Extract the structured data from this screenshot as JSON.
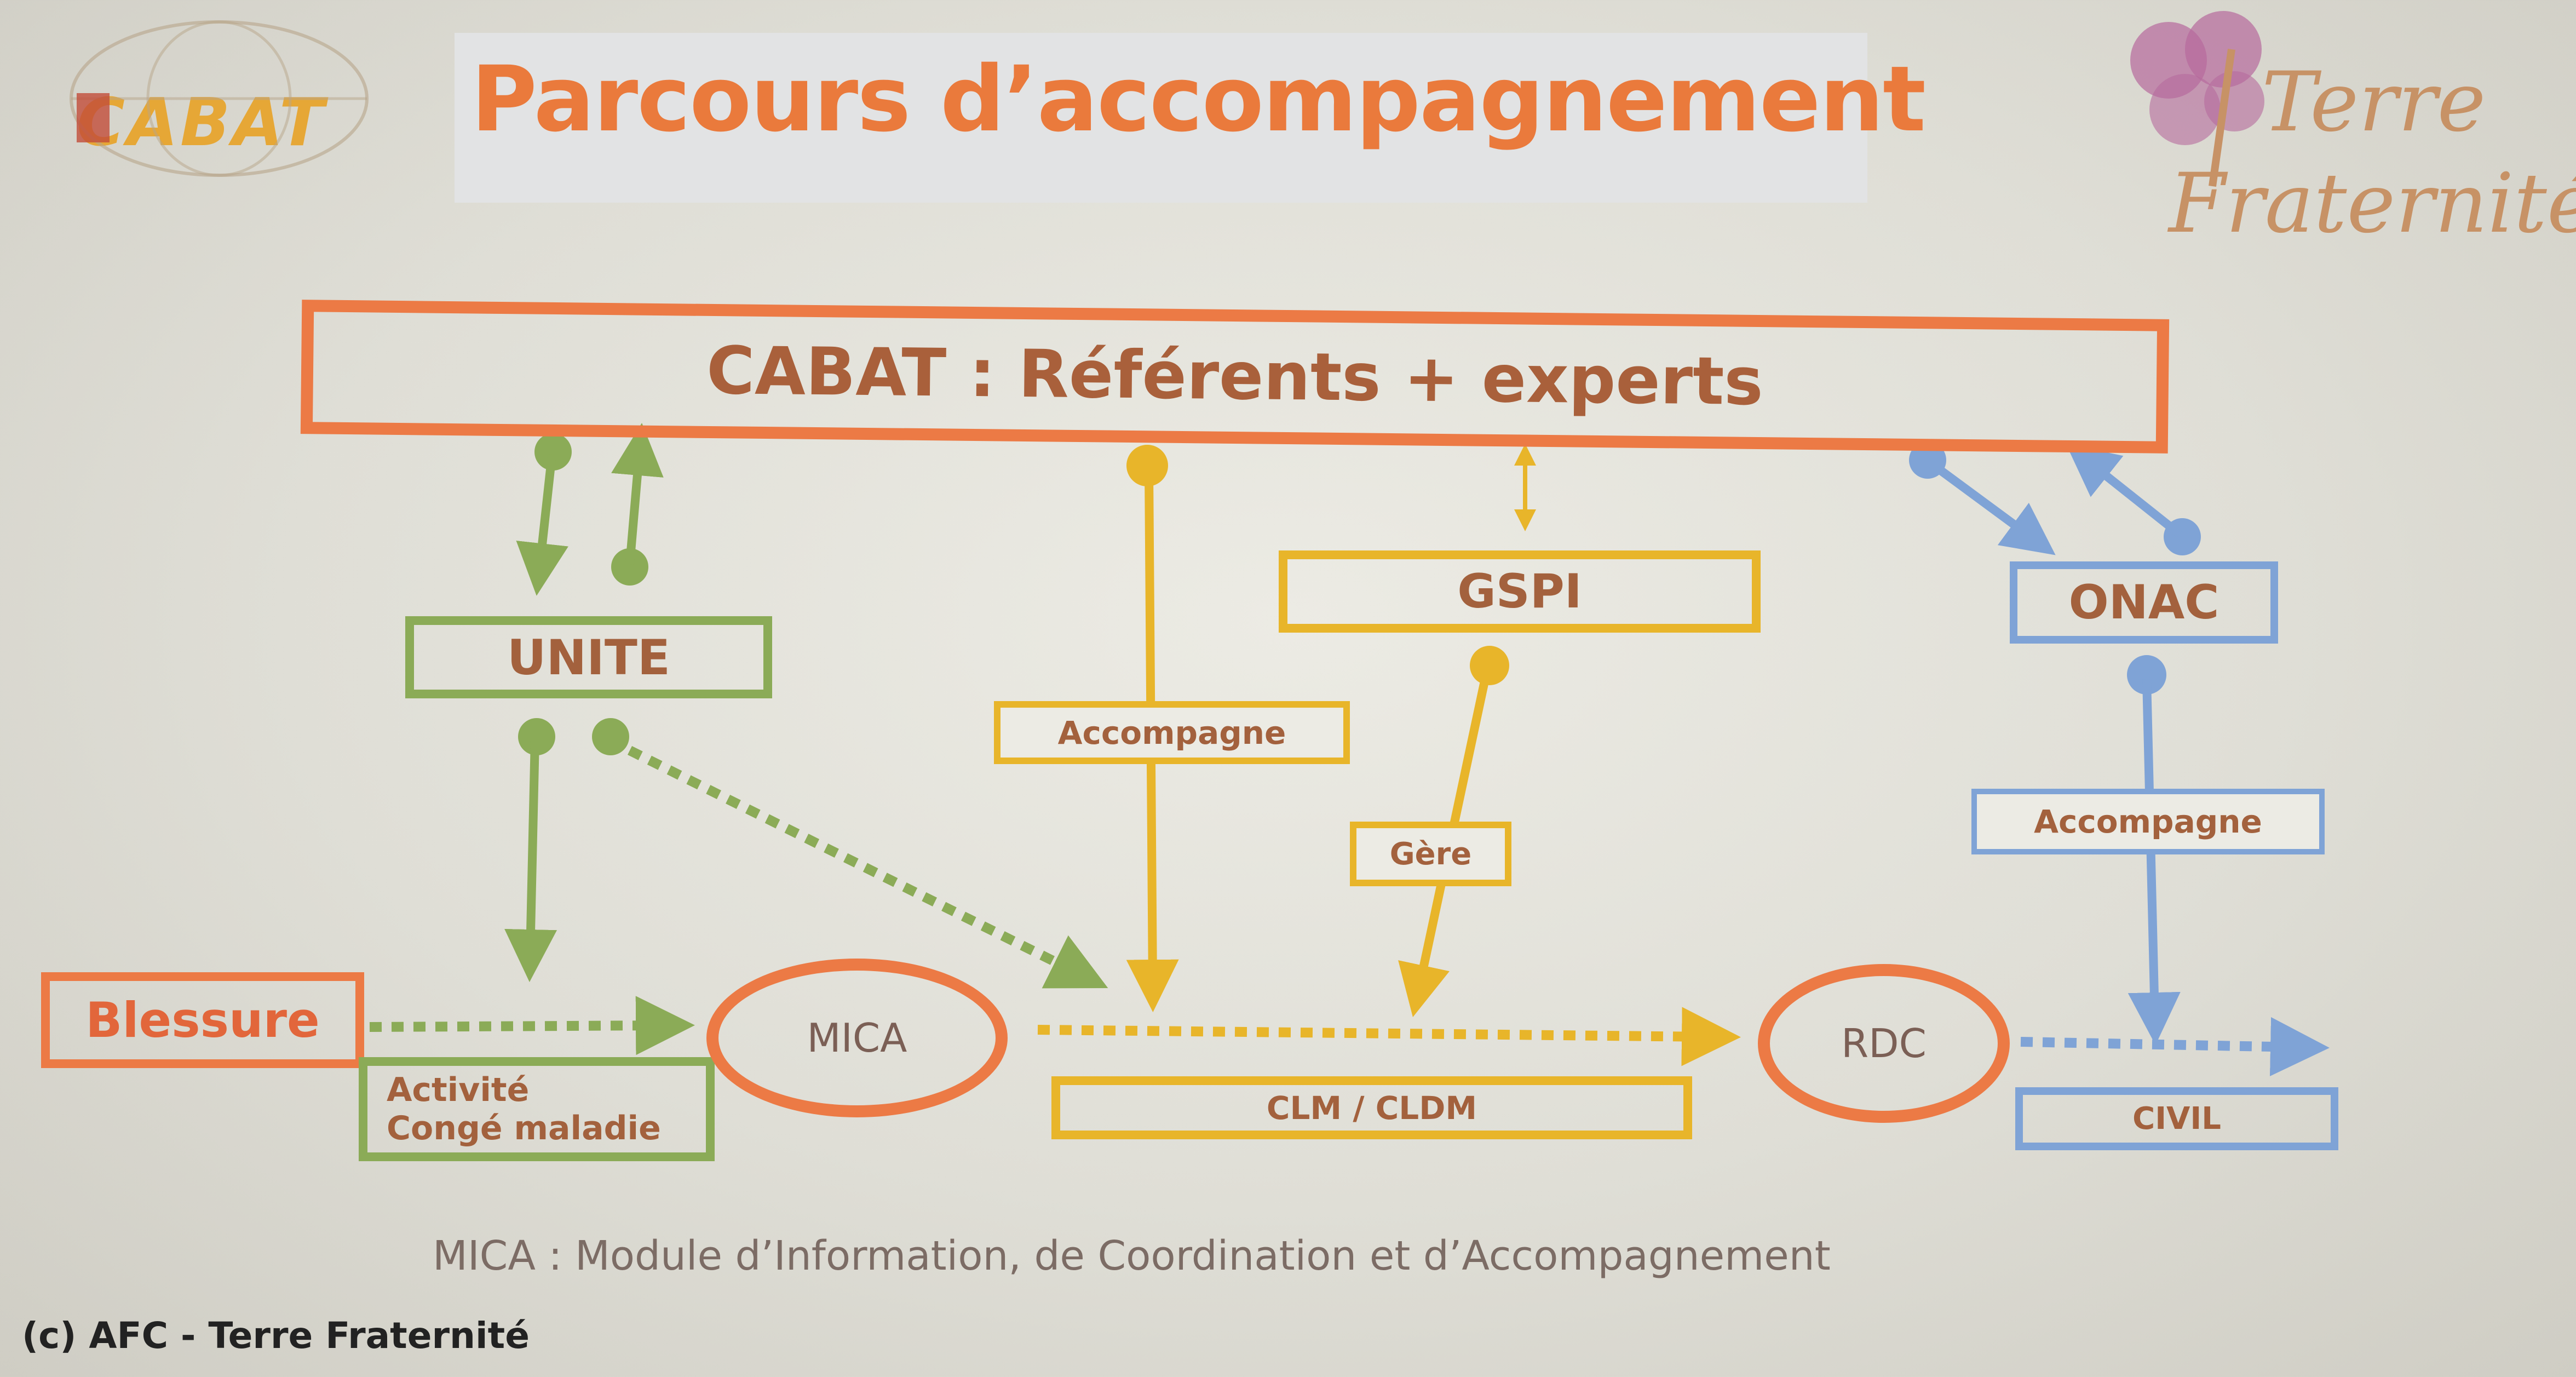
{
  "header": {
    "title": "Parcours d’accompagnement",
    "logo_left": "CABAT",
    "logo_right_line1": "Terre",
    "logo_right_line2": "Fraternité"
  },
  "diagram": {
    "top_box": "CABAT : Référents + experts",
    "unite": "UNITE",
    "gspi": "GSPI",
    "onac": "ONAC",
    "blessure": "Blessure",
    "activite_line1": "Activité",
    "activite_line2": "Congé maladie",
    "mica": "MICA",
    "rdc": "RDC",
    "clm": "CLM / CLDM",
    "civil": "CIVIL",
    "label_accompagne_1": "Accompagne",
    "label_gere": "Gère",
    "label_accompagne_2": "Accompagne"
  },
  "footer": {
    "definition": "MICA : Module d’Information, de Coordination et d’Accompagnement",
    "credit": "(c) AFC - Terre Fraternité"
  },
  "colors": {
    "orange": "#ec7a45",
    "green": "#8bab57",
    "yellow": "#e8b52a",
    "blue": "#7fa3d6"
  }
}
